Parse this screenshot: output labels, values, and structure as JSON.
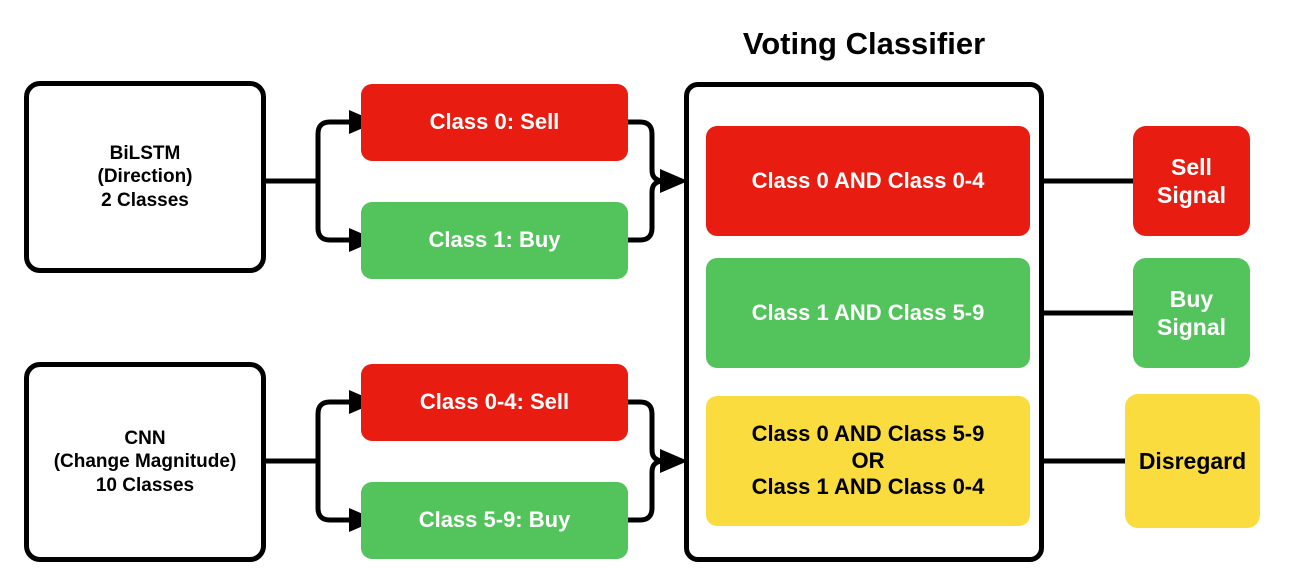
{
  "diagram": {
    "title": "Voting Classifier",
    "colors": {
      "red": "#E81C10",
      "green": "#53C45C",
      "yellow": "#FBDC3E",
      "outline": "#000000",
      "background": "#ffffff"
    }
  },
  "models": [
    {
      "id": "bilstm",
      "label": "BiLSTM\n(Direction)\n2 Classes"
    },
    {
      "id": "cnn",
      "label": "CNN\n(Change Magnitude)\n10 Classes"
    }
  ],
  "model_outputs": {
    "bilstm": [
      {
        "id": "class-0-sell",
        "label": "Class 0: Sell",
        "color": "red"
      },
      {
        "id": "class-1-buy",
        "label": "Class 1: Buy",
        "color": "green"
      }
    ],
    "cnn": [
      {
        "id": "class-0-4-sell",
        "label": "Class 0-4: Sell",
        "color": "red"
      },
      {
        "id": "class-5-9-buy",
        "label": "Class  5-9: Buy",
        "color": "green"
      }
    ]
  },
  "voting_rules": [
    {
      "id": "rule-sell",
      "label": "Class 0 AND Class 0-4",
      "color": "red"
    },
    {
      "id": "rule-buy",
      "label": "Class 1 AND Class 5-9",
      "color": "green"
    },
    {
      "id": "rule-disregard",
      "label": "Class 0 AND Class 5-9\nOR\nClass 1 AND Class 0-4",
      "color": "yellow"
    }
  ],
  "signals": [
    {
      "id": "sell-signal",
      "label": "Sell\nSignal",
      "color": "red"
    },
    {
      "id": "buy-signal",
      "label": "Buy\nSignal",
      "color": "green"
    },
    {
      "id": "disregard",
      "label": "Disregard",
      "color": "yellow"
    }
  ]
}
